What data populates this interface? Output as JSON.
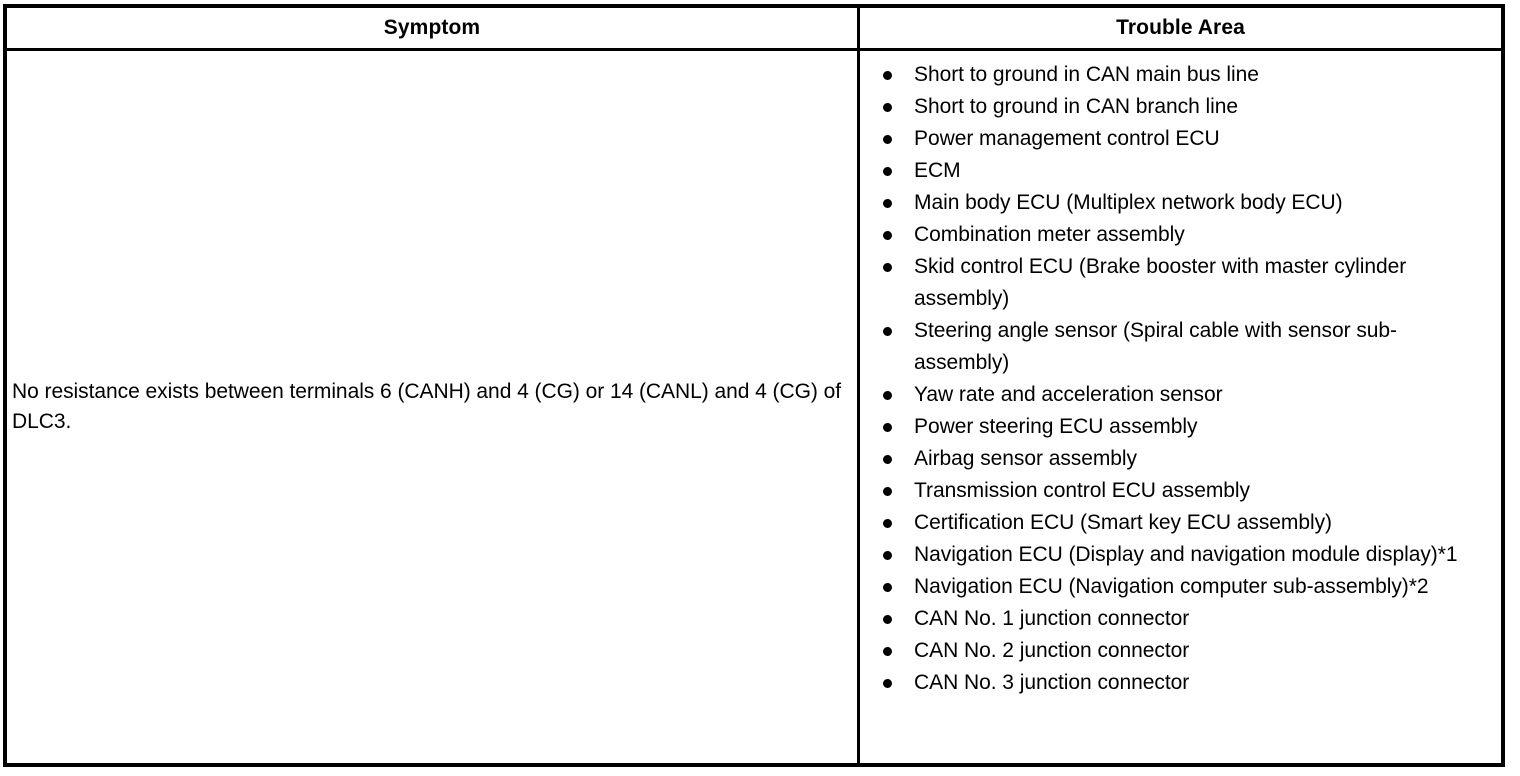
{
  "table": {
    "columns": [
      {
        "key": "symptom",
        "header": "Symptom"
      },
      {
        "key": "trouble_area",
        "header": "Trouble Area"
      }
    ],
    "rows": [
      {
        "symptom": "No resistance exists between terminals 6 (CANH) and 4 (CG) or 14 (CANL) and 4 (CG) of DLC3.",
        "trouble_area": [
          "Short to ground in CAN main bus line",
          "Short to ground in CAN branch line",
          "Power management control ECU",
          "ECM",
          "Main body ECU (Multiplex network body ECU)",
          "Combination meter assembly",
          "Skid control ECU (Brake booster with master cylinder assembly)",
          "Steering angle sensor (Spiral cable with sensor sub-assembly)",
          "Yaw rate and acceleration sensor",
          "Power steering ECU assembly",
          "Airbag sensor assembly",
          "Transmission control ECU assembly",
          "Certification ECU (Smart key ECU assembly)",
          "Navigation ECU (Display and navigation module display)*1",
          "Navigation ECU (Navigation computer sub-assembly)*2",
          "CAN No. 1 junction connector",
          "CAN No. 2 junction connector",
          "CAN No. 3 junction connector"
        ]
      }
    ]
  },
  "style": {
    "text_color": "#000000",
    "background_color": "#ffffff",
    "border_color": "#000000"
  }
}
